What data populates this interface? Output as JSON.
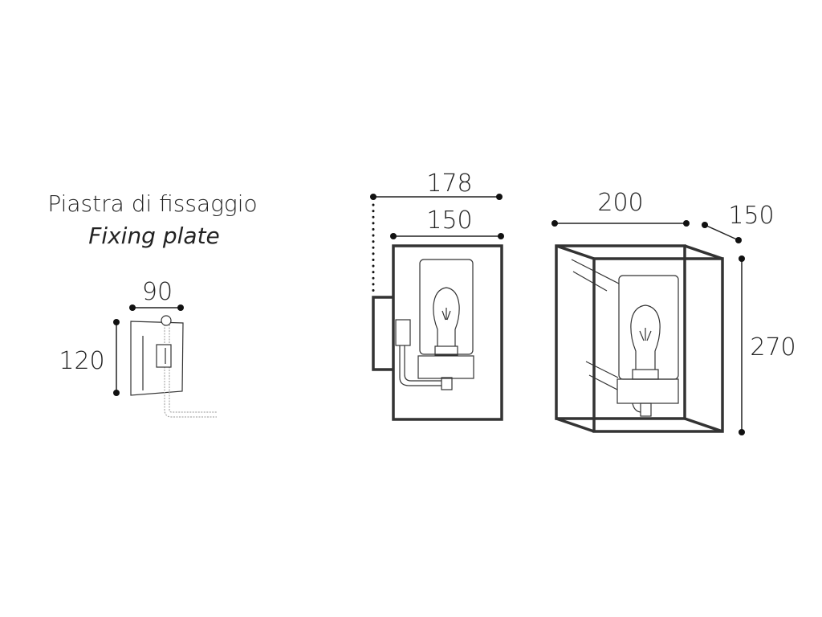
{
  "fixing_plate": {
    "title_it": "Piastra di fissaggio",
    "title_en": "Fixing plate",
    "width": "90",
    "height": "120"
  },
  "side_view": {
    "total_depth": "178",
    "body_depth": "150"
  },
  "front_view": {
    "width": "200",
    "depth": "150",
    "height": "270"
  }
}
